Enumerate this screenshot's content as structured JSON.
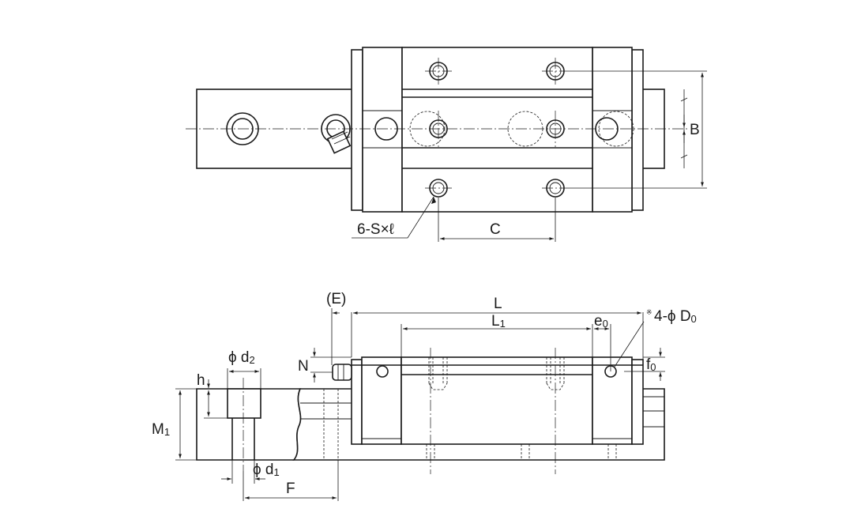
{
  "labels": {
    "B": "B",
    "C": "C",
    "screw": "6-S×ℓ",
    "E": "(E)",
    "L": "L",
    "L1_main": "L",
    "L1_sub": "1",
    "e0_main": "e",
    "e0_sub": "0",
    "note_mark": "※",
    "D0_main": "4-ϕ D",
    "D0_sub": "0",
    "N": "N",
    "f0_main": "f",
    "f0_sub": "0",
    "d2_main": "ϕ d",
    "d2_sub": "2",
    "h": "h",
    "M1_main": "M",
    "M1_sub": "1",
    "d1_main": "ϕ d",
    "d1_sub": "1",
    "F": "F"
  }
}
